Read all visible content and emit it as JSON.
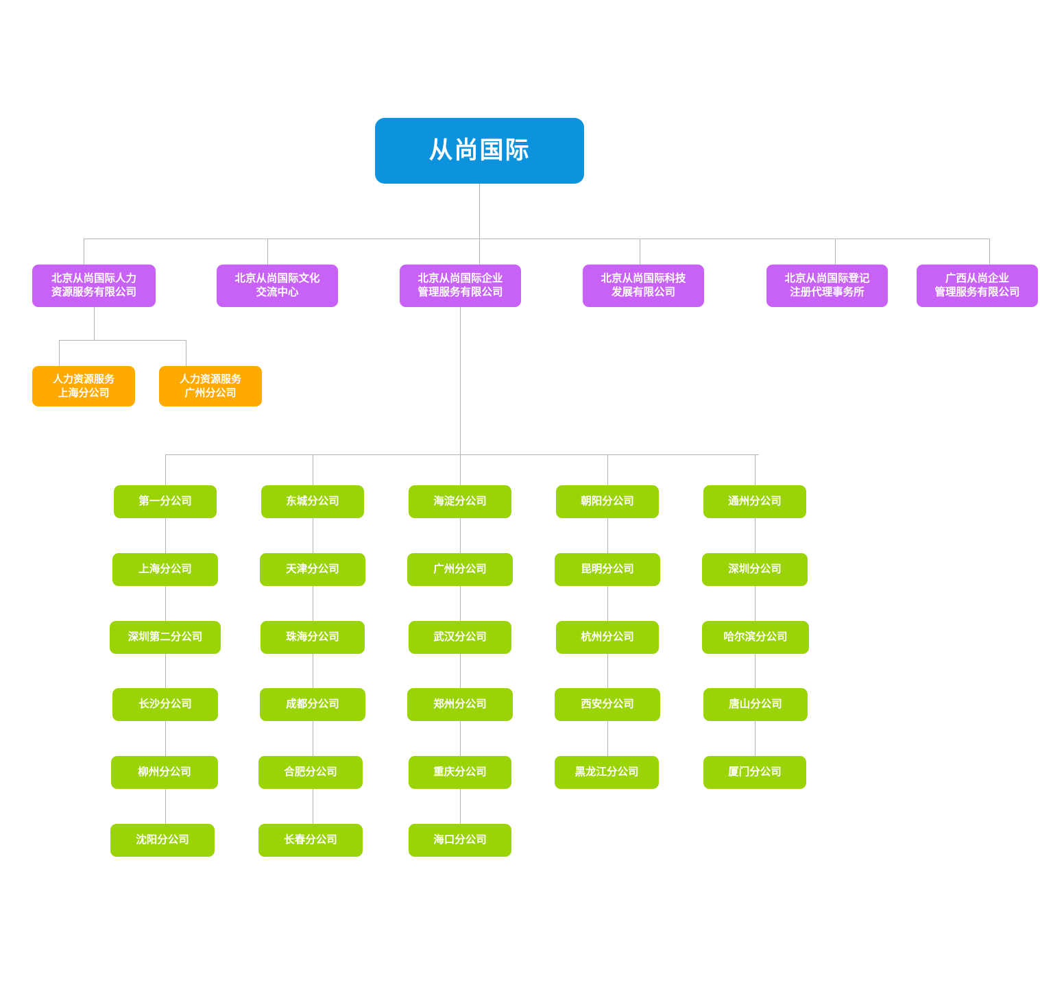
{
  "chart_data": {
    "type": "diagram",
    "title": "从尚国际组织架构图",
    "layout": "org-chart-top-down",
    "root": {
      "label": "从尚国际",
      "color": "#0d93dd",
      "level": 0
    },
    "level1_color": "#c862f7",
    "level2_orange_color": "#ffaa00",
    "level2_green_color": "#9ad306",
    "connector_color": "#b3b3b3",
    "subsidiaries": [
      {
        "label": "北京从尚国际人力\n资源服务有限公司",
        "children_count": 2
      },
      {
        "label": "北京从尚国际文化\n交流中心",
        "children_count": 0
      },
      {
        "label": "北京从尚国际企业\n管理服务有限公司",
        "children_count": 28
      },
      {
        "label": "北京从尚国际科技\n发展有限公司",
        "children_count": 0
      },
      {
        "label": "北京从尚国际登记\n注册代理事务所",
        "children_count": 0
      },
      {
        "label": "广西从尚企业\n管理服务有限公司",
        "children_count": 0
      }
    ],
    "hr_branches": [
      {
        "label": "人力资源服务\n上海分公司"
      },
      {
        "label": "人力资源服务\n广州分公司"
      }
    ],
    "branch_columns": [
      {
        "nodes": [
          "第一分公司",
          "上海分公司",
          "深圳第二分公司",
          "长沙分公司",
          "柳州分公司",
          "沈阳分公司"
        ]
      },
      {
        "nodes": [
          "东城分公司",
          "天津分公司",
          "珠海分公司",
          "成都分公司",
          "合肥分公司",
          "长春分公司"
        ]
      },
      {
        "nodes": [
          "海淀分公司",
          "广州分公司",
          "武汉分公司",
          "郑州分公司",
          "重庆分公司",
          "海口分公司"
        ]
      },
      {
        "nodes": [
          "朝阳分公司",
          "昆明分公司",
          "杭州分公司",
          "西安分公司",
          "黑龙江分公司"
        ]
      },
      {
        "nodes": [
          "通州分公司",
          "深圳分公司",
          "哈尔滨分公司",
          "唐山分公司",
          "厦门分公司"
        ]
      }
    ]
  },
  "root": {
    "label": "从尚国际"
  },
  "subsidiaries": [
    {
      "label": "北京从尚国际人力\n资源服务有限公司"
    },
    {
      "label": "北京从尚国际文化\n交流中心"
    },
    {
      "label": "北京从尚国际企业\n管理服务有限公司"
    },
    {
      "label": "北京从尚国际科技\n发展有限公司"
    },
    {
      "label": "北京从尚国际登记\n注册代理事务所"
    },
    {
      "label": "广西从尚企业\n管理服务有限公司"
    }
  ],
  "hr_branches": [
    {
      "label": "人力资源服务\n上海分公司"
    },
    {
      "label": "人力资源服务\n广州分公司"
    }
  ],
  "branch_columns": [
    {
      "nodes": [
        {
          "label": "第一分公司"
        },
        {
          "label": "上海分公司"
        },
        {
          "label": "深圳第二分公司"
        },
        {
          "label": "长沙分公司"
        },
        {
          "label": "柳州分公司"
        },
        {
          "label": "沈阳分公司"
        }
      ]
    },
    {
      "nodes": [
        {
          "label": "东城分公司"
        },
        {
          "label": "天津分公司"
        },
        {
          "label": "珠海分公司"
        },
        {
          "label": "成都分公司"
        },
        {
          "label": "合肥分公司"
        },
        {
          "label": "长春分公司"
        }
      ]
    },
    {
      "nodes": [
        {
          "label": "海淀分公司"
        },
        {
          "label": "广州分公司"
        },
        {
          "label": "武汉分公司"
        },
        {
          "label": "郑州分公司"
        },
        {
          "label": "重庆分公司"
        },
        {
          "label": "海口分公司"
        }
      ]
    },
    {
      "nodes": [
        {
          "label": "朝阳分公司"
        },
        {
          "label": "昆明分公司"
        },
        {
          "label": "杭州分公司"
        },
        {
          "label": "西安分公司"
        },
        {
          "label": "黑龙江分公司"
        }
      ]
    },
    {
      "nodes": [
        {
          "label": "通州分公司"
        },
        {
          "label": "深圳分公司"
        },
        {
          "label": "哈尔滨分公司"
        },
        {
          "label": "唐山分公司"
        },
        {
          "label": "厦门分公司"
        }
      ]
    }
  ]
}
